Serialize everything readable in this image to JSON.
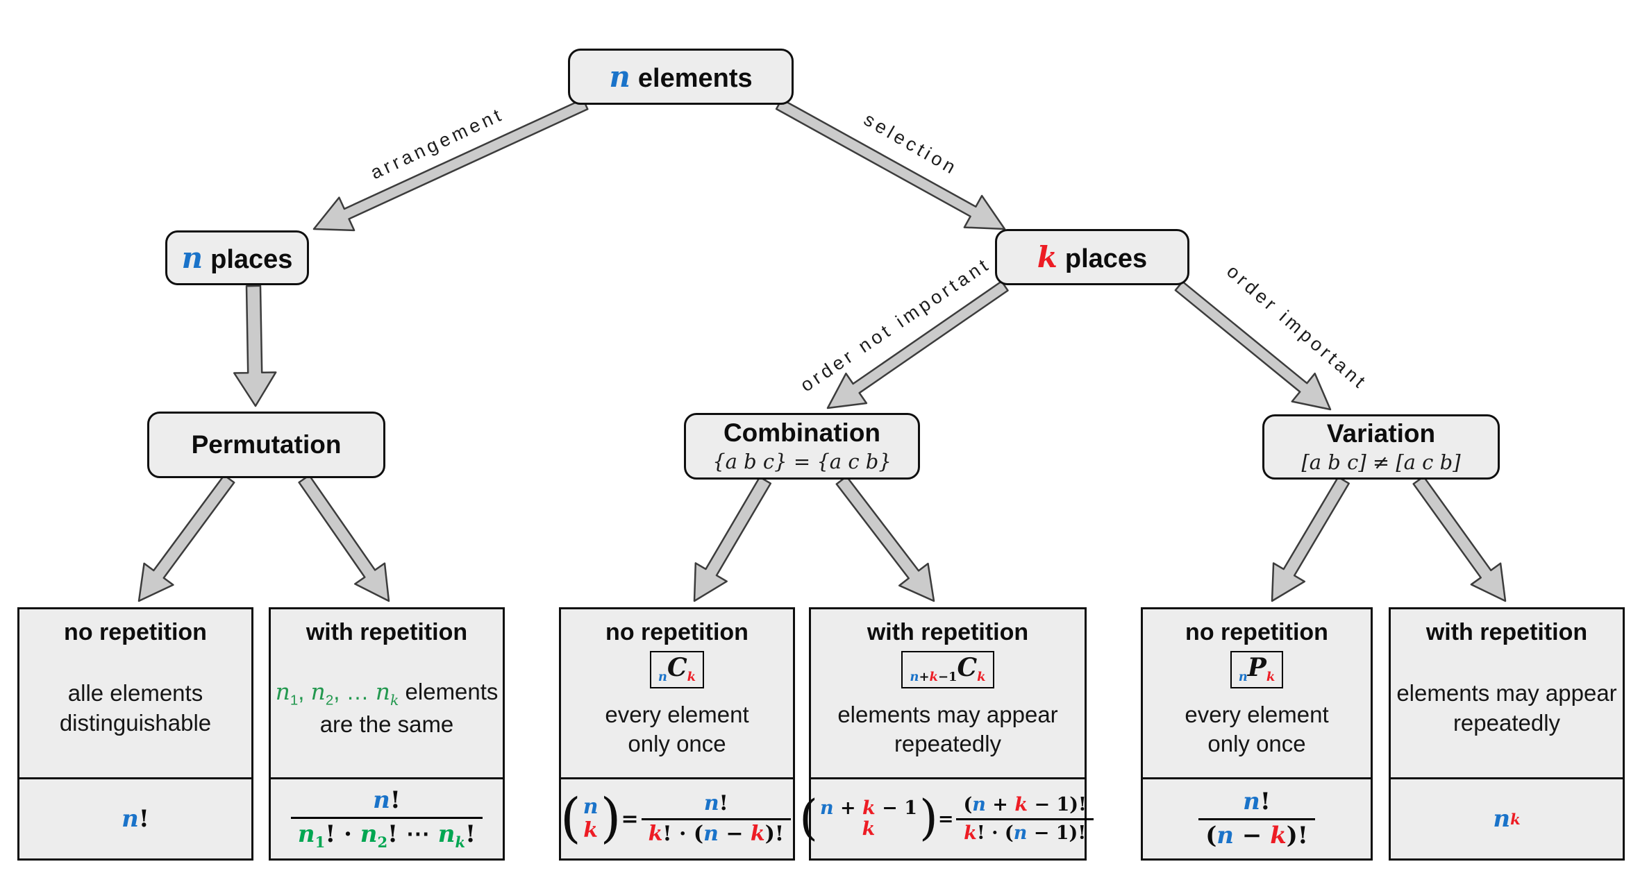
{
  "palette": {
    "blue": "#1a73c9",
    "red": "#ed1c24",
    "green": "#00a651",
    "node_fill": "#ededed",
    "border": "#0f0f0f",
    "arrow_fill": "#cbcbcb",
    "arrow_outline": "#3c3c3c"
  },
  "nodes": {
    "root": {
      "var": "n",
      "label": "elements"
    },
    "n_places": {
      "var": "n",
      "label": "places"
    },
    "k_places": {
      "var": "k",
      "label": "places"
    },
    "permutation": {
      "title": "Permutation"
    },
    "combination": {
      "title": "Combination",
      "subtitle": "{a b c} = {a c b}"
    },
    "variation": {
      "title": "Variation",
      "subtitle": "[a b c] ≠ [a c b]"
    }
  },
  "edge_labels": {
    "arrangement": "arrangement",
    "selection": "selection",
    "order_not_important": "order not important",
    "order_important": "order important"
  },
  "leaves": [
    {
      "title": "no repetition",
      "desc": [
        [
          {
            "t": "alle elements"
          }
        ],
        [
          {
            "t": "distinguishable"
          }
        ]
      ],
      "formula": [
        {
          "v": "n",
          "c": "b"
        },
        {
          "t": "!"
        }
      ]
    },
    {
      "title": "with repetition",
      "desc": [
        [
          {
            "v": "n",
            "c": "gd"
          },
          {
            "sub": [
              {
                "t": "1",
                "c": "gd"
              }
            ]
          },
          {
            "t": ", ",
            "c": "gd"
          },
          {
            "v": "n",
            "c": "gd"
          },
          {
            "sub": [
              {
                "t": "2",
                "c": "gd"
              }
            ]
          },
          {
            "t": ", … ",
            "c": "gd"
          },
          {
            "v": "n",
            "c": "gd"
          },
          {
            "sub": [
              {
                "v": "k",
                "c": "gd"
              }
            ]
          },
          {
            "t": " elements"
          }
        ],
        [
          {
            "t": "are the same"
          }
        ]
      ],
      "formula": [
        {
          "frac": {
            "num": [
              {
                "v": "n",
                "c": "b"
              },
              {
                "t": "!"
              }
            ],
            "den": [
              {
                "v": "n",
                "c": "g"
              },
              {
                "sub": [
                  {
                    "t": "1",
                    "c": "g"
                  }
                ]
              },
              {
                "t": "! · "
              },
              {
                "v": "n",
                "c": "g"
              },
              {
                "sub": [
                  {
                    "t": "2",
                    "c": "g"
                  }
                ]
              },
              {
                "t": "! ⋯ "
              },
              {
                "v": "n",
                "c": "g"
              },
              {
                "sub": [
                  {
                    "v": "k",
                    "c": "g"
                  }
                ]
              },
              {
                "t": "!"
              }
            ]
          }
        }
      ]
    },
    {
      "title": "no repetition",
      "symbol": [
        {
          "sub": [
            {
              "v": "n",
              "c": "b"
            }
          ]
        },
        {
          "v": "C",
          "cls": "big"
        },
        {
          "sub": [
            {
              "v": "k",
              "c": "r"
            }
          ]
        }
      ],
      "desc": [
        [
          {
            "t": "every element"
          }
        ],
        [
          {
            "t": "only once"
          }
        ]
      ],
      "formula": [
        {
          "binom": {
            "top": [
              {
                "v": "n",
                "c": "b"
              }
            ],
            "bot": [
              {
                "v": "k",
                "c": "r"
              }
            ]
          }
        },
        {
          "t": " = "
        },
        {
          "frac": {
            "num": [
              {
                "v": "n",
                "c": "b"
              },
              {
                "t": "!"
              }
            ],
            "den": [
              {
                "v": "k",
                "c": "r"
              },
              {
                "t": "! · ("
              },
              {
                "v": "n",
                "c": "b"
              },
              {
                "t": " − "
              },
              {
                "v": "k",
                "c": "r"
              },
              {
                "t": ")!"
              }
            ]
          }
        }
      ]
    },
    {
      "title": "with repetition",
      "symbol": [
        {
          "sub": [
            {
              "v": "n",
              "c": "b"
            },
            {
              "t": "+"
            },
            {
              "v": "k",
              "c": "r"
            },
            {
              "t": "−1"
            }
          ]
        },
        {
          "v": "C",
          "cls": "big"
        },
        {
          "sub": [
            {
              "v": "k",
              "c": "r"
            }
          ]
        }
      ],
      "desc": [
        [
          {
            "t": "elements may appear"
          }
        ],
        [
          {
            "t": "repeatedly"
          }
        ]
      ],
      "formula": [
        {
          "binom": {
            "top": [
              {
                "v": "n",
                "c": "b"
              },
              {
                "t": " + "
              },
              {
                "v": "k",
                "c": "r"
              },
              {
                "t": " − 1"
              }
            ],
            "bot": [
              {
                "v": "k",
                "c": "r"
              }
            ]
          }
        },
        {
          "t": " = "
        },
        {
          "frac": {
            "num": [
              {
                "t": "("
              },
              {
                "v": "n",
                "c": "b"
              },
              {
                "t": " + "
              },
              {
                "v": "k",
                "c": "r"
              },
              {
                "t": " − 1)!"
              }
            ],
            "den": [
              {
                "v": "k",
                "c": "r"
              },
              {
                "t": "! · ("
              },
              {
                "v": "n",
                "c": "b"
              },
              {
                "t": " − 1)!"
              }
            ]
          }
        }
      ]
    },
    {
      "title": "no repetition",
      "symbol": [
        {
          "sub": [
            {
              "v": "n",
              "c": "b"
            }
          ]
        },
        {
          "v": "P",
          "cls": "big"
        },
        {
          "sub": [
            {
              "v": "k",
              "c": "r"
            }
          ]
        }
      ],
      "desc": [
        [
          {
            "t": "every element"
          }
        ],
        [
          {
            "t": "only once"
          }
        ]
      ],
      "formula": [
        {
          "frac": {
            "num": [
              {
                "v": "n",
                "c": "b"
              },
              {
                "t": "!"
              }
            ],
            "den": [
              {
                "t": "("
              },
              {
                "v": "n",
                "c": "b"
              },
              {
                "t": " − "
              },
              {
                "v": "k",
                "c": "r"
              },
              {
                "t": ")!"
              }
            ]
          }
        }
      ]
    },
    {
      "title": "with repetition",
      "desc": [
        [
          {
            "t": "elements may appear"
          }
        ],
        [
          {
            "t": "repeatedly"
          }
        ]
      ],
      "formula": [
        {
          "v": "n",
          "c": "b"
        },
        {
          "sup": [
            {
              "v": "k",
              "c": "r"
            }
          ]
        }
      ]
    }
  ]
}
